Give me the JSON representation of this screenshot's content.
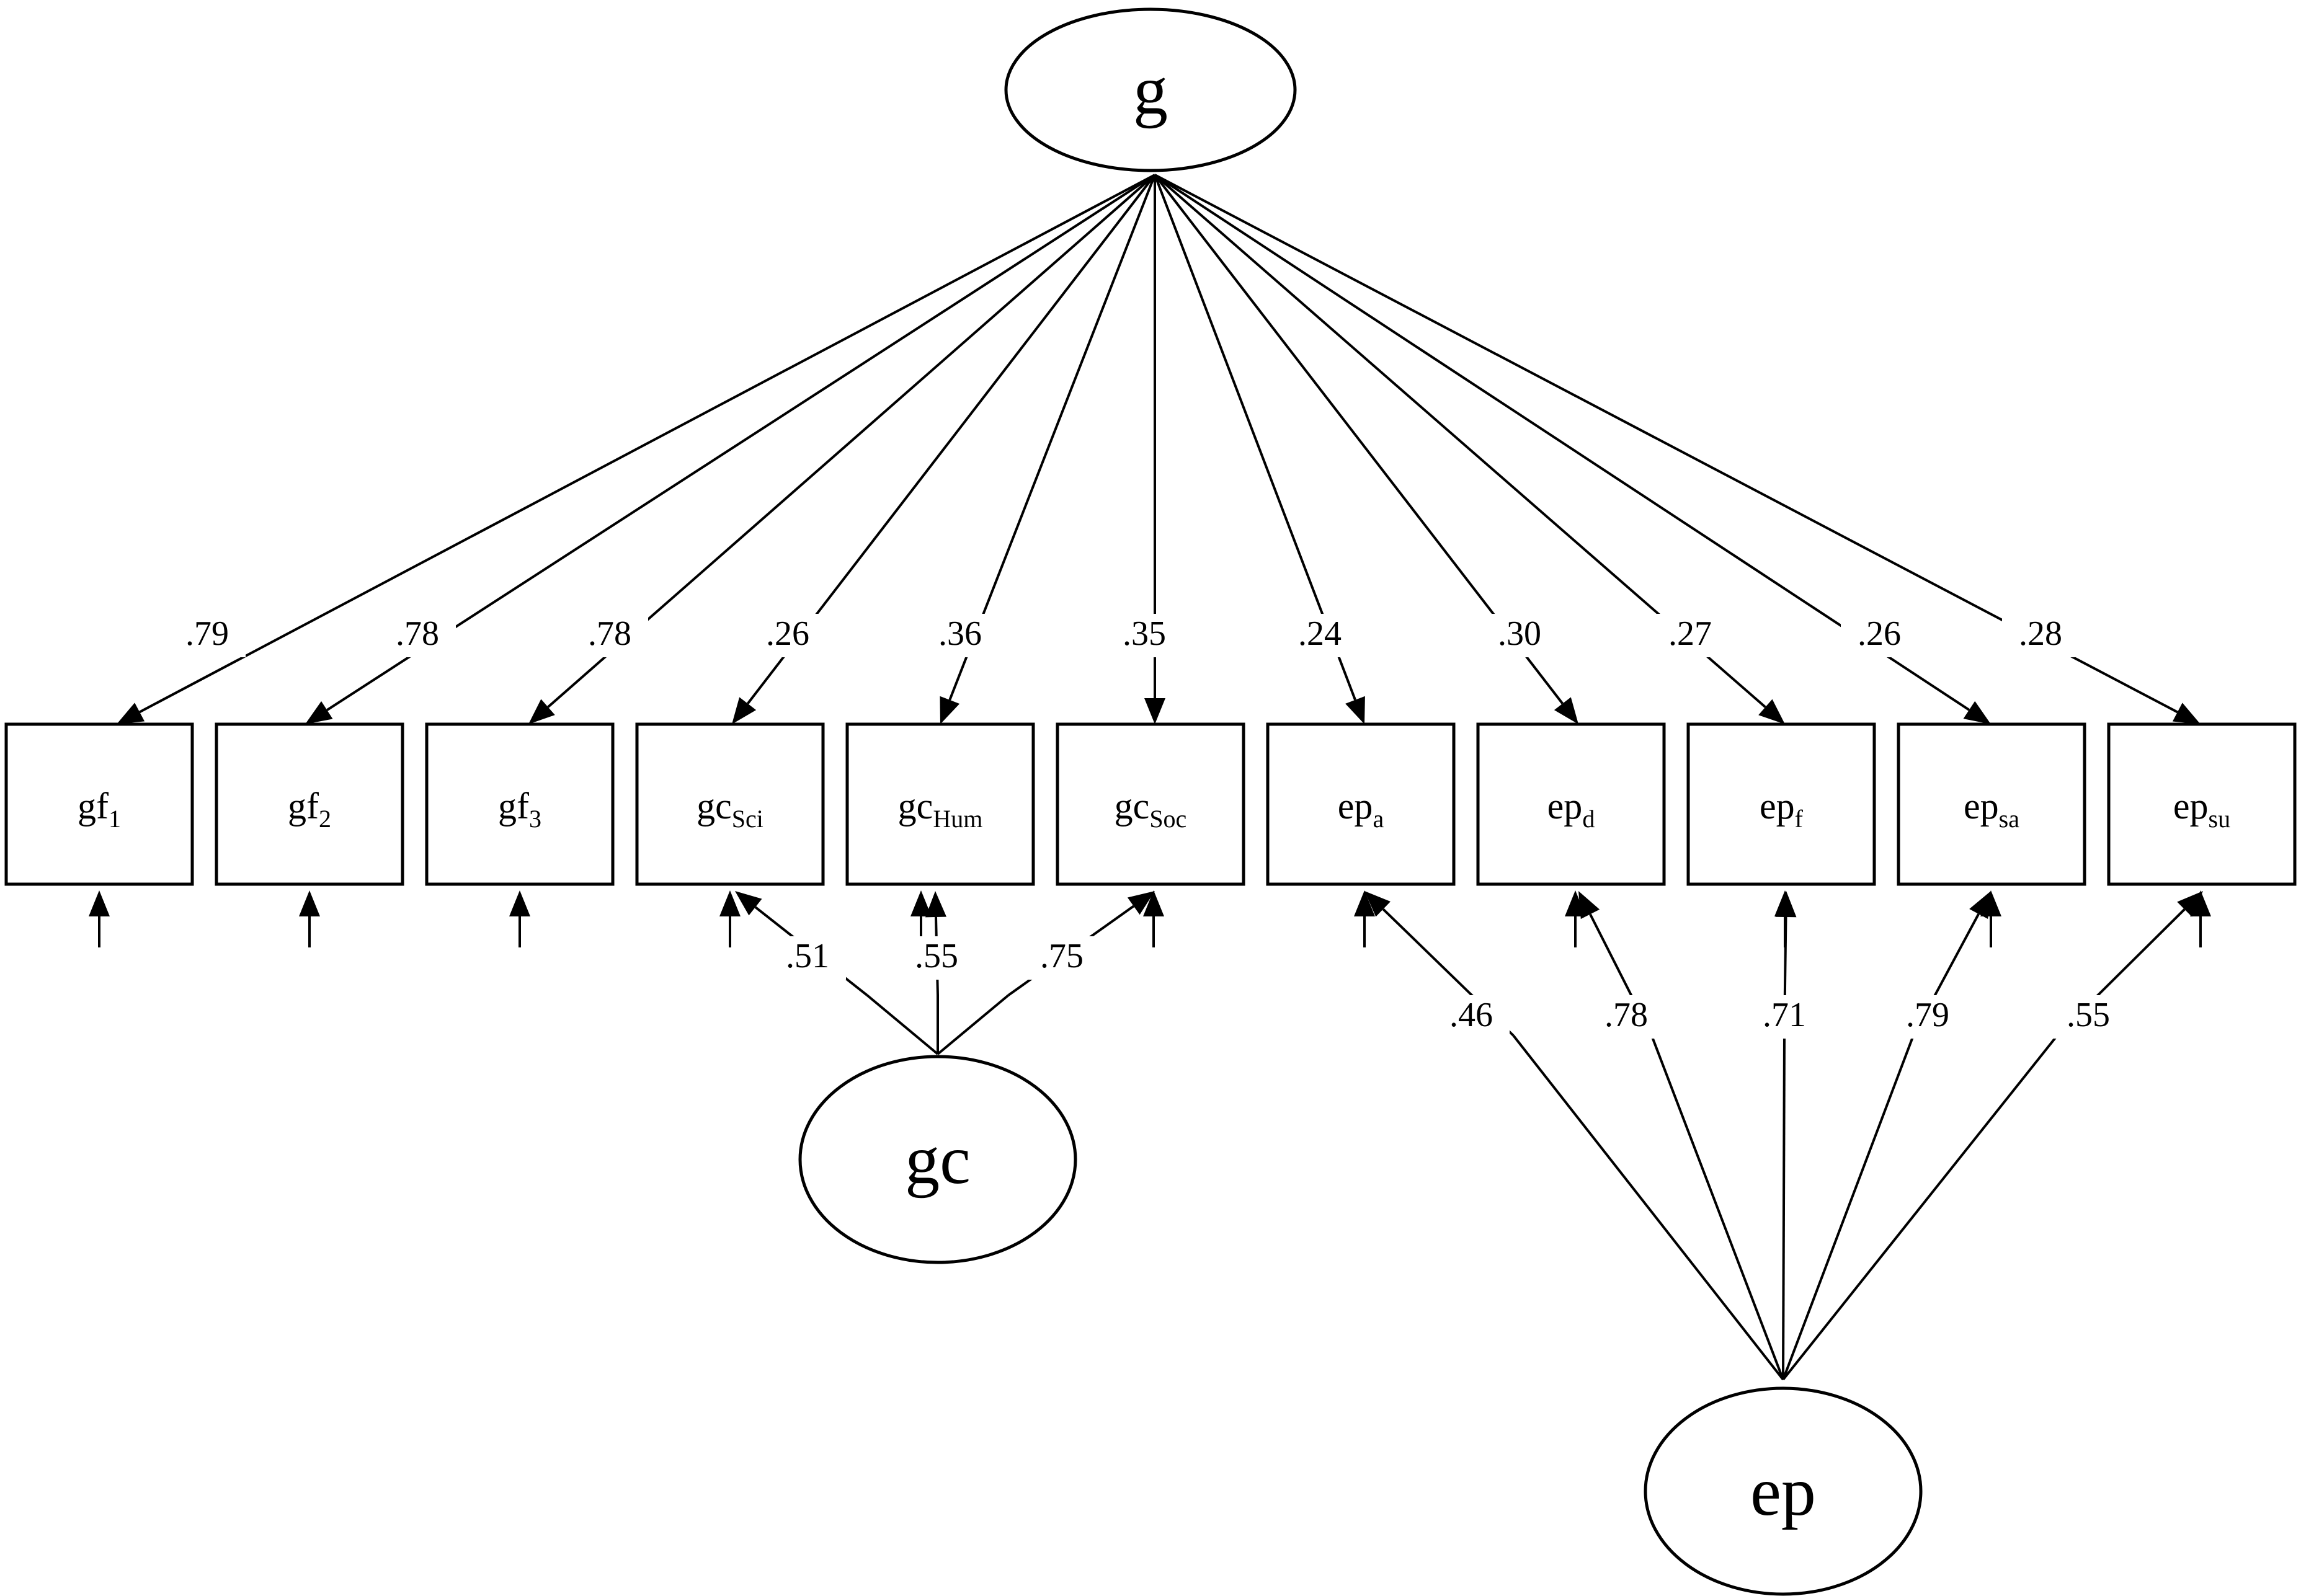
{
  "latents": {
    "g": {
      "label": "g"
    },
    "gc": {
      "label": "gc"
    },
    "ep": {
      "label": "ep"
    }
  },
  "indicators": [
    {
      "id": "gf1",
      "base": "gf",
      "sub": "1"
    },
    {
      "id": "gf2",
      "base": "gf",
      "sub": "2"
    },
    {
      "id": "gf3",
      "base": "gf",
      "sub": "3"
    },
    {
      "id": "gcSci",
      "base": "gc",
      "sub": "Sci"
    },
    {
      "id": "gcHum",
      "base": "gc",
      "sub": "Hum"
    },
    {
      "id": "gcSoc",
      "base": "gc",
      "sub": "Soc"
    },
    {
      "id": "epa",
      "base": "ep",
      "sub": "a"
    },
    {
      "id": "epd",
      "base": "ep",
      "sub": "d"
    },
    {
      "id": "epf",
      "base": "ep",
      "sub": "f"
    },
    {
      "id": "epsa",
      "base": "ep",
      "sub": "sa"
    },
    {
      "id": "epsu",
      "base": "ep",
      "sub": "su"
    }
  ],
  "loadings": {
    "g": [
      ".79",
      ".78",
      ".78",
      ".26",
      ".36",
      ".35",
      ".24",
      ".30",
      ".27",
      ".26",
      ".28"
    ],
    "gc": [
      ".51",
      ".55",
      ".75"
    ],
    "ep": [
      ".46",
      ".78",
      ".71",
      ".79",
      ".55"
    ]
  }
}
